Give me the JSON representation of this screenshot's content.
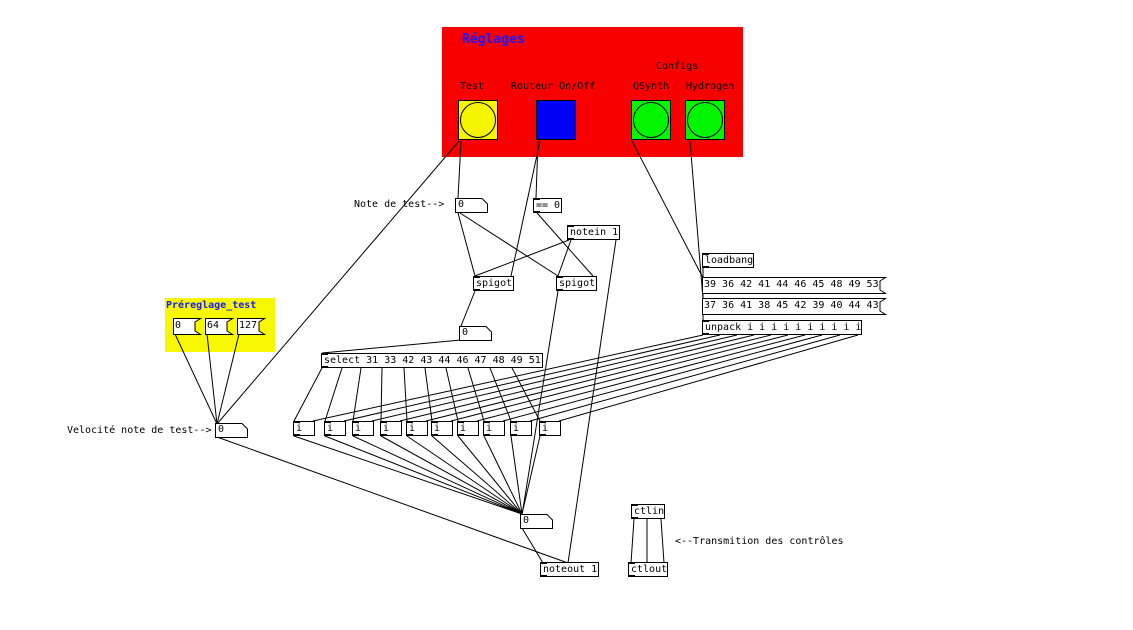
{
  "colors": {
    "settings_canvas": "#f90000",
    "settings_label": "#1a1aff",
    "preset_canvas": "#f7f700",
    "preset_label": "#1a1aff",
    "test_bang": "#f5f500",
    "router_toggle": "#0000f5",
    "config_bang": "#00f500"
  },
  "settings_panel": {
    "title": "Réglages",
    "configs_label": "Configs",
    "test_label": "Test",
    "router_label": "Routeur On/Off",
    "qsynth_label": "QSynth",
    "hydrogen_label": "Hydrogen"
  },
  "preset_panel": {
    "title": "Préreglage_test",
    "messages": [
      "0",
      "64",
      "127"
    ]
  },
  "comments": {
    "note_test": "Note de test-->",
    "velocity_test": "Velocité note de test-->",
    "control_transmission": "<--Transmition des contrôles"
  },
  "number_boxes": {
    "note_test": "0",
    "select_input": "0",
    "velocity": "0",
    "note_output": "0"
  },
  "objects": {
    "equals": "== 0",
    "notein": "notein 1",
    "spigot_left": "spigot",
    "spigot_right": "spigot",
    "loadbang": "loadbang",
    "select": "select 31 33 42 43 44 46 47 48 49 51",
    "unpack": "unpack i i i i i i i i i i",
    "noteout": "noteout 1",
    "ctlin": "ctlin",
    "ctlout": "ctlout"
  },
  "config_messages": {
    "qsynth": "39 36 42 41 44 46 45 48 49 53",
    "hydrogen": "37 36 41 38 45 42 39 40 44 43"
  },
  "int_boxes": [
    "i",
    "i",
    "i",
    "i",
    "i",
    "i",
    "i",
    "i",
    "i",
    "i"
  ]
}
